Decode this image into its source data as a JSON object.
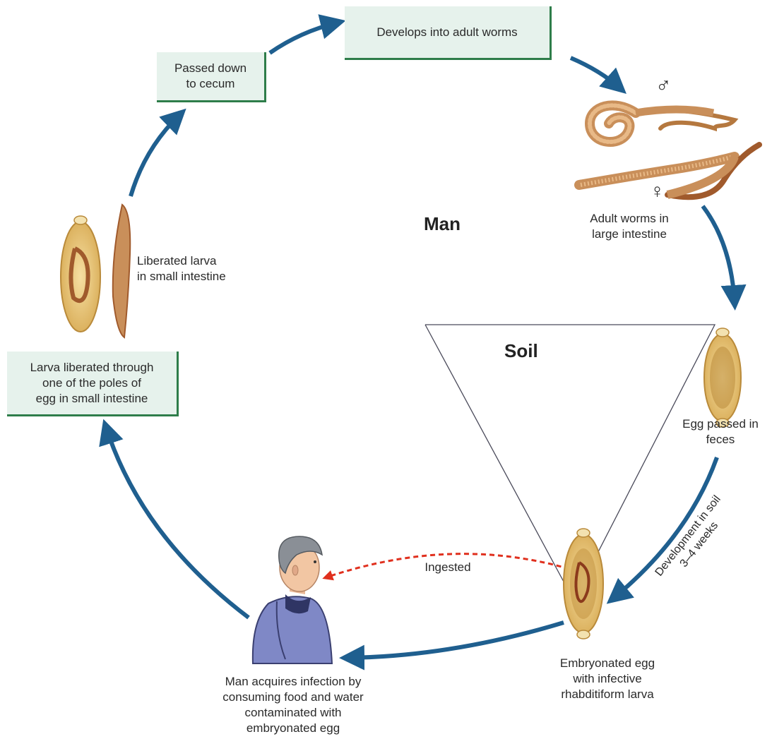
{
  "boxes": {
    "develops": "Develops into adult worms",
    "cecum": "Passed down\nto cecum",
    "larva_liberated": "Larva liberated through\none of the poles of\negg in small intestine"
  },
  "regions": {
    "man": "Man",
    "soil": "Soil"
  },
  "labels": {
    "adult_worms": "Adult worms in\nlarge intestine",
    "liberated_larva": "Liberated larva\nin small intestine",
    "egg_passed": "Egg passed in\nfeces",
    "development_line1": "Development in soil",
    "development_line2": "3–4 weeks",
    "ingested": "Ingested",
    "embryonated": "Embryonated egg\nwith infective\nrhabditiform larva",
    "man_acquires": "Man acquires infection by\nconsuming food and water\ncontaminated with\nembryonated egg",
    "male_symbol": "♂",
    "female_symbol": "♀"
  },
  "colors": {
    "arrow": "#1f5f8f",
    "ingested_arrow": "#e0301e",
    "box_fill": "#e6f2ec",
    "box_border": "#2e7d4a",
    "egg_shell": "#e3c178",
    "worm": "#c98f5a"
  }
}
